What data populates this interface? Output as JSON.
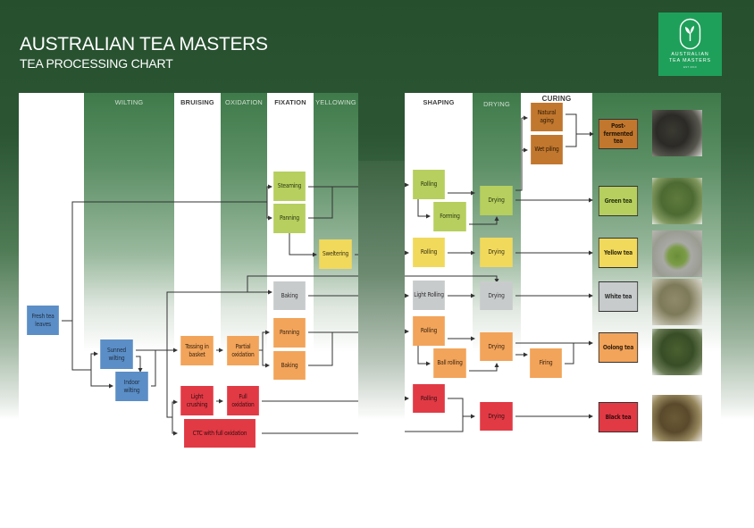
{
  "header": {
    "title": "AUSTRALIAN TEA MASTERS",
    "subtitle": "TEA PROCESSING CHART"
  },
  "logo": {
    "icon": "tea-leaf-icon",
    "line1": "AUSTRALIAN",
    "line2": "TEA MASTERS",
    "line3": "EST 2010"
  },
  "colors": {
    "blue": "#5b8ec6",
    "lime": "#b6cf5e",
    "yellow": "#f1d95c",
    "gray": "#c8cbcc",
    "orange": "#f2a45a",
    "red": "#e13a45",
    "brown": "#c1772e",
    "background": "#264f2e",
    "logo": "#1fa05a"
  },
  "left_columns": [
    "WILTING",
    "BRUISING",
    "OXIDATION",
    "FIXATION",
    "YELLOWING"
  ],
  "right_columns": [
    "SHAPING",
    "DRYING",
    "CURING"
  ],
  "nodes": {
    "fresh_tea_leaves": "Fresh tea leaves",
    "sunned_wilting": "Sunned wilting",
    "indoor_wilting": "Indoor wilting",
    "steaming": "Steaming",
    "panning_green": "Panning",
    "sweltering": "Sweltering",
    "baking_white": "Baking",
    "tossing_in_basket": "Tossing in basket",
    "partial_oxidation": "Partial oxidation",
    "panning_oolong": "Panning",
    "baking_oolong": "Baking",
    "light_crushing": "Light crushing",
    "full_oxidation": "Full oxidation",
    "ctc_full_oxidation": "CTC with full oxidation",
    "natural_aging": "Natural aging",
    "wet_piling": "Wet piling",
    "rolling_green": "Rolling",
    "forming": "Forming",
    "drying_green": "Drying",
    "rolling_yellow": "Rolling",
    "drying_yellow": "Drying",
    "light_rolling": "Light Rolling",
    "drying_white": "Drying",
    "rolling_oolong": "Rolling",
    "ball_rolling": "Ball rolling",
    "drying_oolong": "Drying",
    "firing": "Firing",
    "rolling_black": "Rolling",
    "drying_black": "Drying"
  },
  "teas": [
    {
      "name": "Post-fermented tea",
      "photo": "post-fermented-tea-photo"
    },
    {
      "name": "Green tea",
      "photo": "green-tea-photo"
    },
    {
      "name": "Yellow tea",
      "photo": "yellow-tea-photo"
    },
    {
      "name": "White tea",
      "photo": "white-tea-photo"
    },
    {
      "name": "Oolong tea",
      "photo": "oolong-tea-photo"
    },
    {
      "name": "Black tea",
      "photo": "black-tea-photo"
    }
  ]
}
